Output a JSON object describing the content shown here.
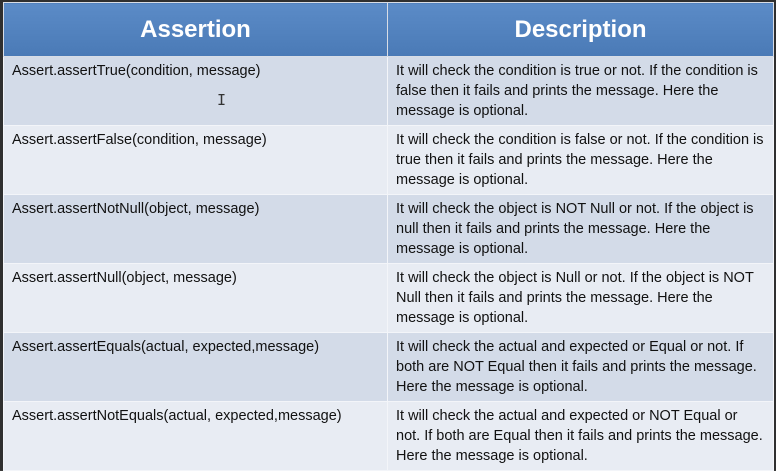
{
  "table": {
    "headers": [
      "Assertion",
      "Description"
    ],
    "rows": [
      {
        "assertion": "Assert.assertTrue(condition, message)",
        "description": "It will check the condition is true or not. If the condition is false then it fails and prints the message. Here the message is optional."
      },
      {
        "assertion": "Assert.assertFalse(condition, message)",
        "description": "It will check the condition is false or not. If the condition is true then it fails and prints the message. Here the message is optional."
      },
      {
        "assertion": "Assert.assertNotNull(object, message)",
        "description": "It will check the object is NOT Null or not. If the object is null then it fails and prints the message. Here the message is optional."
      },
      {
        "assertion": "Assert.assertNull(object, message)",
        "description": "It will check the object is Null or not. If the object is NOT Null then it fails and prints the message. Here the message is optional."
      },
      {
        "assertion": "Assert.assertEquals(actual, expected,message)",
        "description": "It will check the actual and expected or Equal or not. If both are NOT Equal then it fails and prints the message. Here the message is optional."
      },
      {
        "assertion": "Assert.assertNotEquals(actual, expected,message)",
        "description": "It will check the actual and expected or NOT Equal or not. If both are Equal then it fails and prints the message. Here the message is optional."
      }
    ]
  },
  "cursor": {
    "icon": "text-cursor-icon",
    "glyph": "I"
  },
  "colors": {
    "header_bg": "#4f81bd",
    "header_text": "#ffffff",
    "row_odd_bg": "#d3dbe8",
    "row_even_bg": "#e8ecf3"
  }
}
